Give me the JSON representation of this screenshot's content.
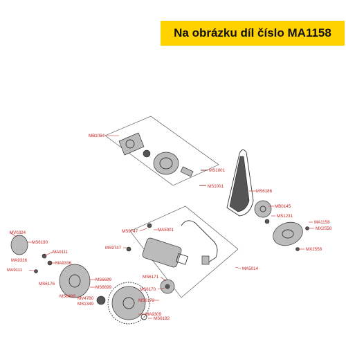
{
  "banner": {
    "text": "Na obrázku díl číslo MA1158"
  },
  "labels": [
    "MB1084",
    "MS1001",
    "MS1001",
    "MS6186",
    "MB0145",
    "MS1231",
    "MA1158",
    "MX2558",
    "MX2558",
    "MV0324",
    "MS6180",
    "MA9111",
    "MA9336",
    "MA9336",
    "MA9111",
    "MS6176",
    "MS6699",
    "MS6699",
    "MS6699",
    "MV4780",
    "MS1349",
    "MS9747",
    "MA5001",
    "MS9747",
    "MA5014",
    "MS6171",
    "MS6170",
    "MS6172",
    "MA9309",
    "MS6182"
  ]
}
